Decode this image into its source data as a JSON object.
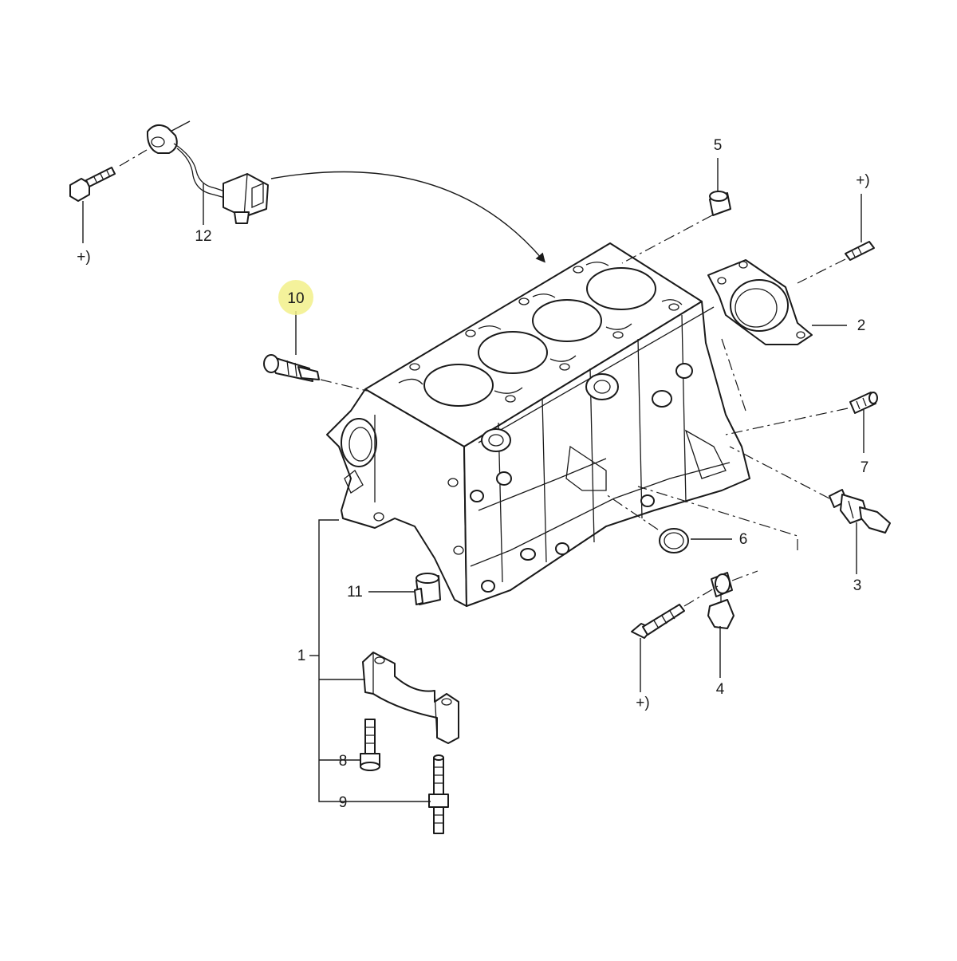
{
  "diagram": {
    "callouts": {
      "c1": "1",
      "c2": "2",
      "c3": "3",
      "c4": "4",
      "c5": "5",
      "c6": "6",
      "c7": "7",
      "c8": "8",
      "c9": "9",
      "c10": "10",
      "c11": "11",
      "c12": "12"
    },
    "bolt_note": "+)",
    "highlighted_callout": "10",
    "colors": {
      "line": "#1a1a1a",
      "highlight": "#f2f08a",
      "background": "#ffffff"
    }
  }
}
